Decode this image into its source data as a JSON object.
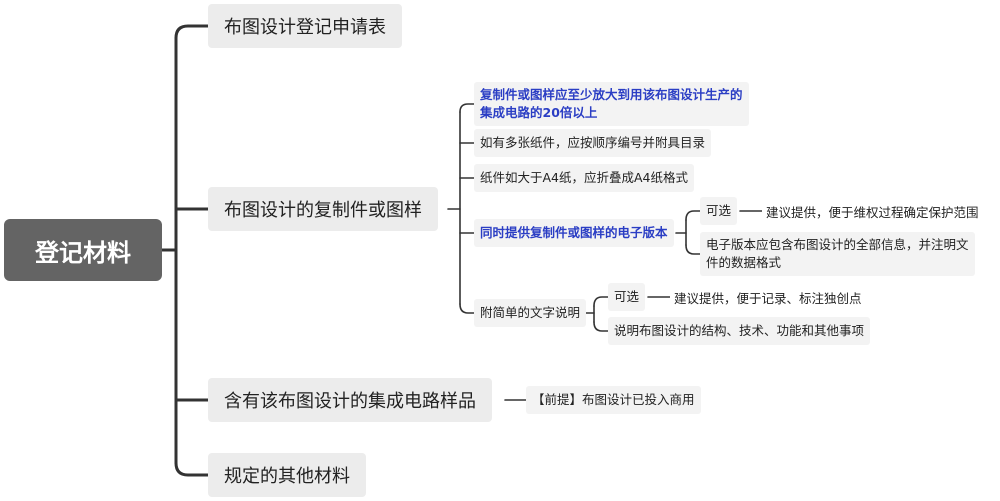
{
  "root": "登记材料",
  "branches": [
    {
      "label": "布图设计登记申请表"
    },
    {
      "label": "布图设计的复制件或图样",
      "children": [
        {
          "line1": "复制件或图样应至少放大到用该布图设计生产的",
          "line2": "集成电路的20倍以上",
          "highlight": true
        },
        {
          "label": "如有多张纸件，应按顺序编号并附具目录"
        },
        {
          "label": "纸件如大于A4纸，应折叠成A4纸格式"
        },
        {
          "label": "同时提供复制件或图样的电子版本",
          "highlight": true,
          "children": [
            {
              "label": "可选",
              "note": "建议提供，便于维权过程确定保护范围"
            },
            {
              "line1": "电子版本应包含布图设计的全部信息，并注明文",
              "line2": "件的数据格式"
            }
          ]
        },
        {
          "label": "附简单的文字说明",
          "children": [
            {
              "label": "可选",
              "note": "建议提供，便于记录、标注独创点"
            },
            {
              "label": "说明布图设计的结构、技术、功能和其他事项"
            }
          ]
        }
      ]
    },
    {
      "label": "含有该布图设计的集成电路样品",
      "children": [
        {
          "label": "【前提】布图设计已投入商用"
        }
      ]
    },
    {
      "label": "规定的其他材料"
    }
  ],
  "colors": {
    "connector": "#333333",
    "root_fill": "#646464",
    "highlight_text": "#2b3ec4"
  }
}
